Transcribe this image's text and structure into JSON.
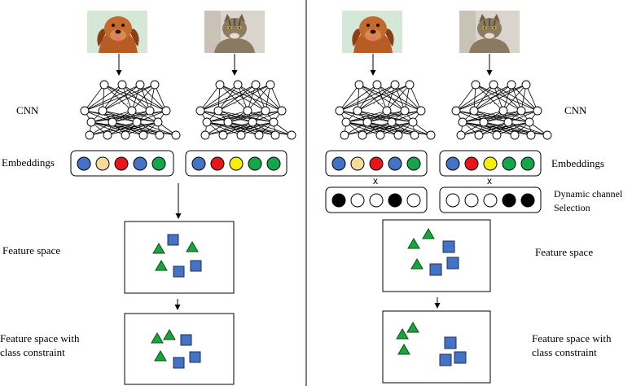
{
  "labels": {
    "cnn_left": "CNN",
    "cnn_right": "CNN",
    "embeddings_left": "Embeddings",
    "embeddings_right": "Embeddings",
    "dynamic_line1": "Dynamic channel",
    "dynamic_line2": "Selection",
    "feature_space_left": "Feature space",
    "feature_space_right": "Feature space",
    "fs_class_left_1": "Feature space with",
    "fs_class_left_2": "class constraint",
    "fs_class_right_1": "Feature space with",
    "fs_class_right_2": "class constraint",
    "multiply_symbol": "x",
    "ellipsis": "..."
  },
  "colors": {
    "blue": "#4472c4",
    "beige": "#f6dc9c",
    "red": "#e5151c",
    "yellow": "#f5ef0a",
    "green": "#14a64a",
    "black": "#000000",
    "white": "#ffffff",
    "square": "#4472c4",
    "triangle": "#1aa53a"
  },
  "images": {
    "dog": "dog-photo",
    "cat": "cat-photo"
  },
  "embeddings": {
    "dog": [
      "blue",
      "beige",
      "red",
      "blue",
      "green"
    ],
    "cat": [
      "blue",
      "red",
      "yellow",
      "green",
      "green"
    ]
  },
  "channel_masks": {
    "dog": [
      "black",
      "white",
      "white",
      "black",
      "white"
    ],
    "cat": [
      "white",
      "white",
      "white",
      "black",
      "black"
    ]
  }
}
